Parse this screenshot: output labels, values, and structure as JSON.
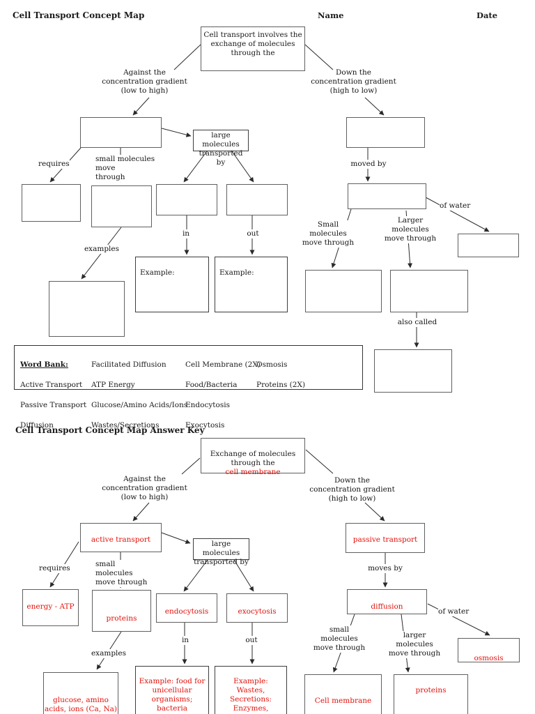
{
  "page": {
    "title": "Cell Transport Concept Map",
    "name_label": "Name",
    "date_label": "Date",
    "answer_key_title": "Cell Transport Concept Map Answer Key"
  },
  "colors": {
    "red_text": "#e3120b",
    "line": "#2a2a2a",
    "box_border": "#5f5f5f"
  },
  "top_map": {
    "root_box": "Cell transport involves the\nexchange of molecules\nthrough the",
    "against_label": "Against the\nconcentration gradient\n(low to high)",
    "down_label": "Down the\nconcentration gradient\n(high to low)",
    "requires_label": "requires",
    "small_molecules_label": "small molecules move\nthrough",
    "large_molecules_box": "large molecules\ntransported by",
    "moved_by_label": "moved by",
    "in_label": "in",
    "out_label": "out",
    "examples_label": "examples",
    "example_in_prefix": "Example:",
    "example_out_prefix": "Example:",
    "small_molecules_right_label": "Small molecules\nmove through",
    "larger_molecules_right_label": "Larger molecules\nmove through",
    "of_water_label": "of water",
    "also_called_label": "also called"
  },
  "word_bank": {
    "heading": "Word Bank:",
    "col1": [
      "Active Transport",
      "Passive Transport",
      "Diffusion"
    ],
    "col2": [
      "Facilitated Diffusion",
      "ATP Energy",
      "Glucose/Amino Acids/Ions",
      "Wastes/Secretions"
    ],
    "col3": [
      "Cell Membrane (2X)",
      "Food/Bacteria",
      "Endocytosis",
      "Exocytosis"
    ],
    "col4": [
      "Osmosis",
      "Proteins (2X)"
    ]
  },
  "answer_key": {
    "root_box_black": "Exchange of molecules\nthrough the",
    "root_box_red": "cell membrane",
    "against_label": "Against the\nconcentration gradient\n(low to high)",
    "down_label": "Down the\nconcentration gradient\n(high to low)",
    "active_transport": "active transport",
    "passive_transport": "passive transport",
    "requires_label": "requires",
    "small_molecules_label": "small molecules\nmove through",
    "large_molecules_box": "large molecules\ntransported by",
    "moves_by_label": "moves by",
    "energy_atp": "energy - ATP",
    "proteins": "proteins",
    "endocytosis": "endocytosis",
    "exocytosis": "exocytosis",
    "diffusion": "diffusion",
    "of_water_label": "of water",
    "osmosis": "osmosis",
    "small_molecules_right_label": "small molecules\nmove through",
    "larger_molecules_right_label": "larger molecules\nmove through",
    "in_label": "in",
    "out_label": "out",
    "examples_label": "examples",
    "glucose_box": "glucose, amino\nacids, ions (Ca, Na)",
    "example_in_box": "Example: food for\nunicellular\norganisms; bacteria\nthat cause infection",
    "example_out_box": "Example:\nWastes, Secretions:\nEnzymes,\nHormones, Insulin",
    "cell_membrane": "Cell membrane",
    "proteins_bottom": "proteins"
  }
}
